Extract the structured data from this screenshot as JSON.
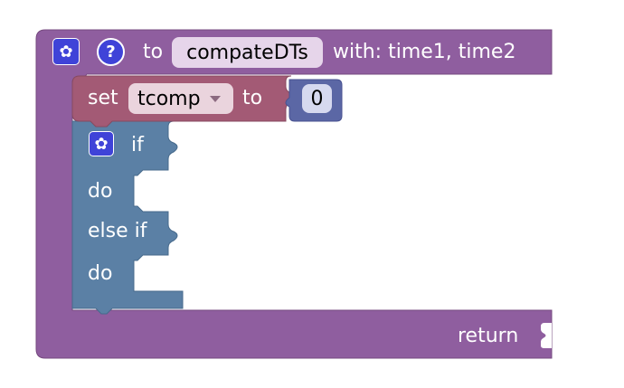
{
  "procedure": {
    "to_label": "to",
    "name": "compateDTs",
    "with_label": "with: time1, time2",
    "return_label": "return",
    "mutator_icon": "gear-icon",
    "help_icon": "question-icon"
  },
  "set_block": {
    "set_label": "set",
    "variable": "tcomp",
    "to_label": "to",
    "value": "0"
  },
  "if_block": {
    "mutator_icon": "gear-icon",
    "if_label": "if",
    "do_label": "do",
    "else_if_label": "else if",
    "do2_label": "do"
  },
  "colors": {
    "procedure": "#8f5e9f",
    "variable_set": "#a35a75",
    "control": "#5b80a5",
    "math": "#5b67a5",
    "icon_blue": "#3f43d8"
  }
}
